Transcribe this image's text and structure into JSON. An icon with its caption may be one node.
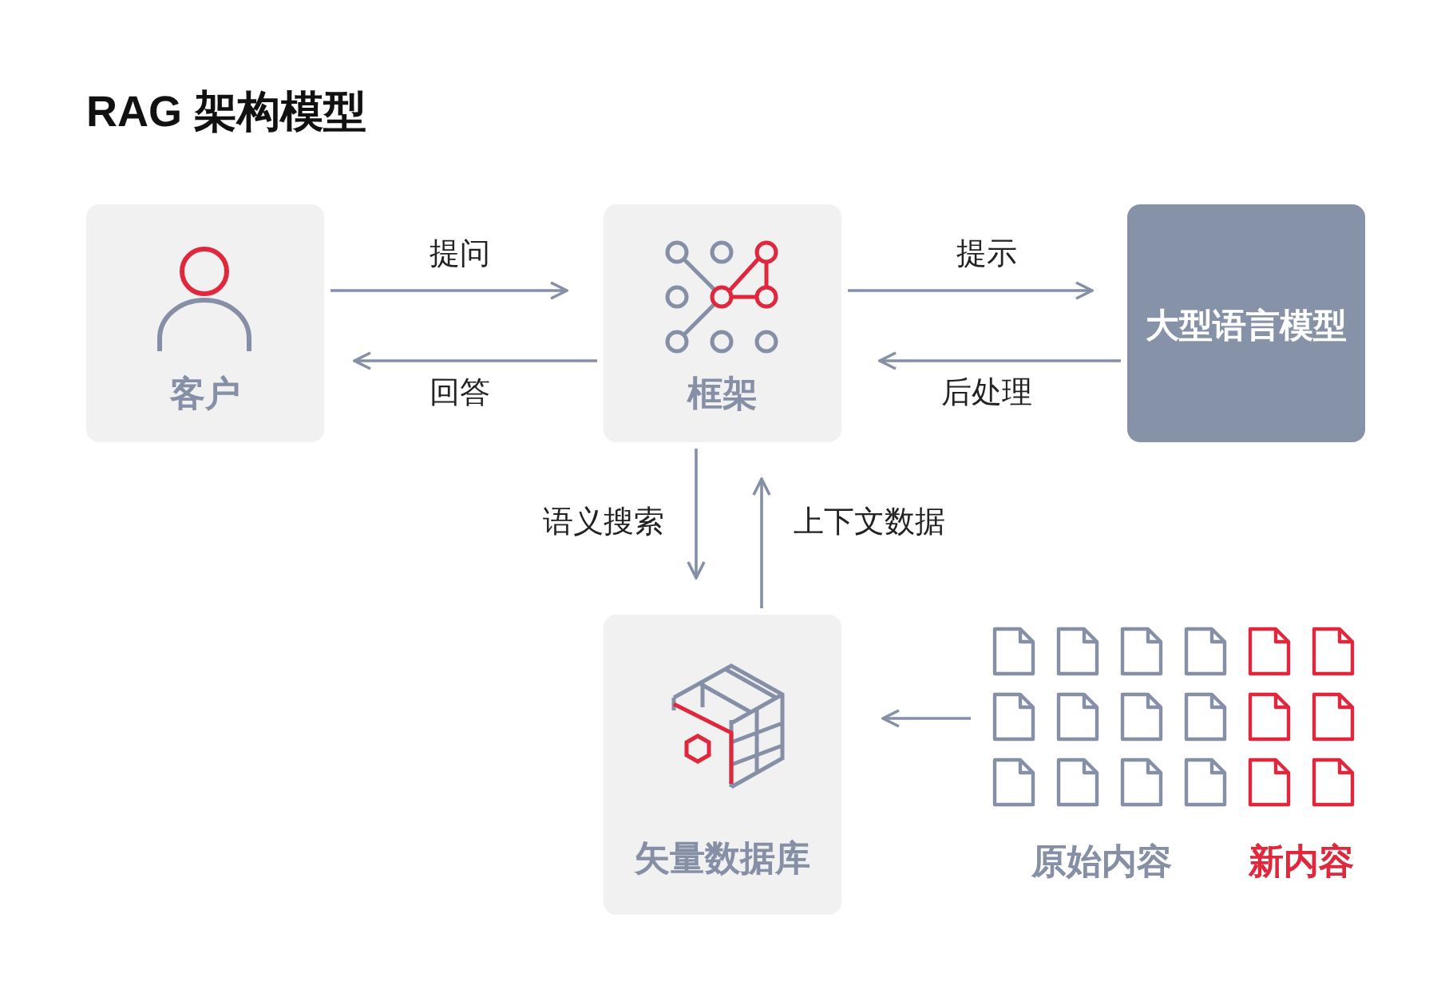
{
  "diagram": {
    "title": "RAG 架构模型",
    "nodes": [
      {
        "text": [
          "客户"
        ]
      },
      {
        "text": [
          "框架"
        ]
      },
      {
        "text": [
          "大型语言模型"
        ]
      },
      {
        "text": [
          "矢量数据库"
        ]
      },
      {
        "text": [
          "原始内容",
          "新内容"
        ]
      }
    ],
    "edges": [
      {
        "from": 0,
        "to": 1,
        "arrow": "to",
        "label": "提问"
      },
      {
        "from": 1,
        "to": 0,
        "arrow": "to",
        "label": "回答"
      },
      {
        "from": 1,
        "to": 2,
        "arrow": "to",
        "label": "提示"
      },
      {
        "from": 2,
        "to": 1,
        "arrow": "to",
        "label": "后处理"
      },
      {
        "from": 1,
        "to": 3,
        "arrow": "to",
        "label": "语义搜索"
      },
      {
        "from": 3,
        "to": 1,
        "arrow": "to",
        "label": "上下文数据"
      },
      {
        "from": 4,
        "to": 3,
        "arrow": "to"
      }
    ]
  }
}
